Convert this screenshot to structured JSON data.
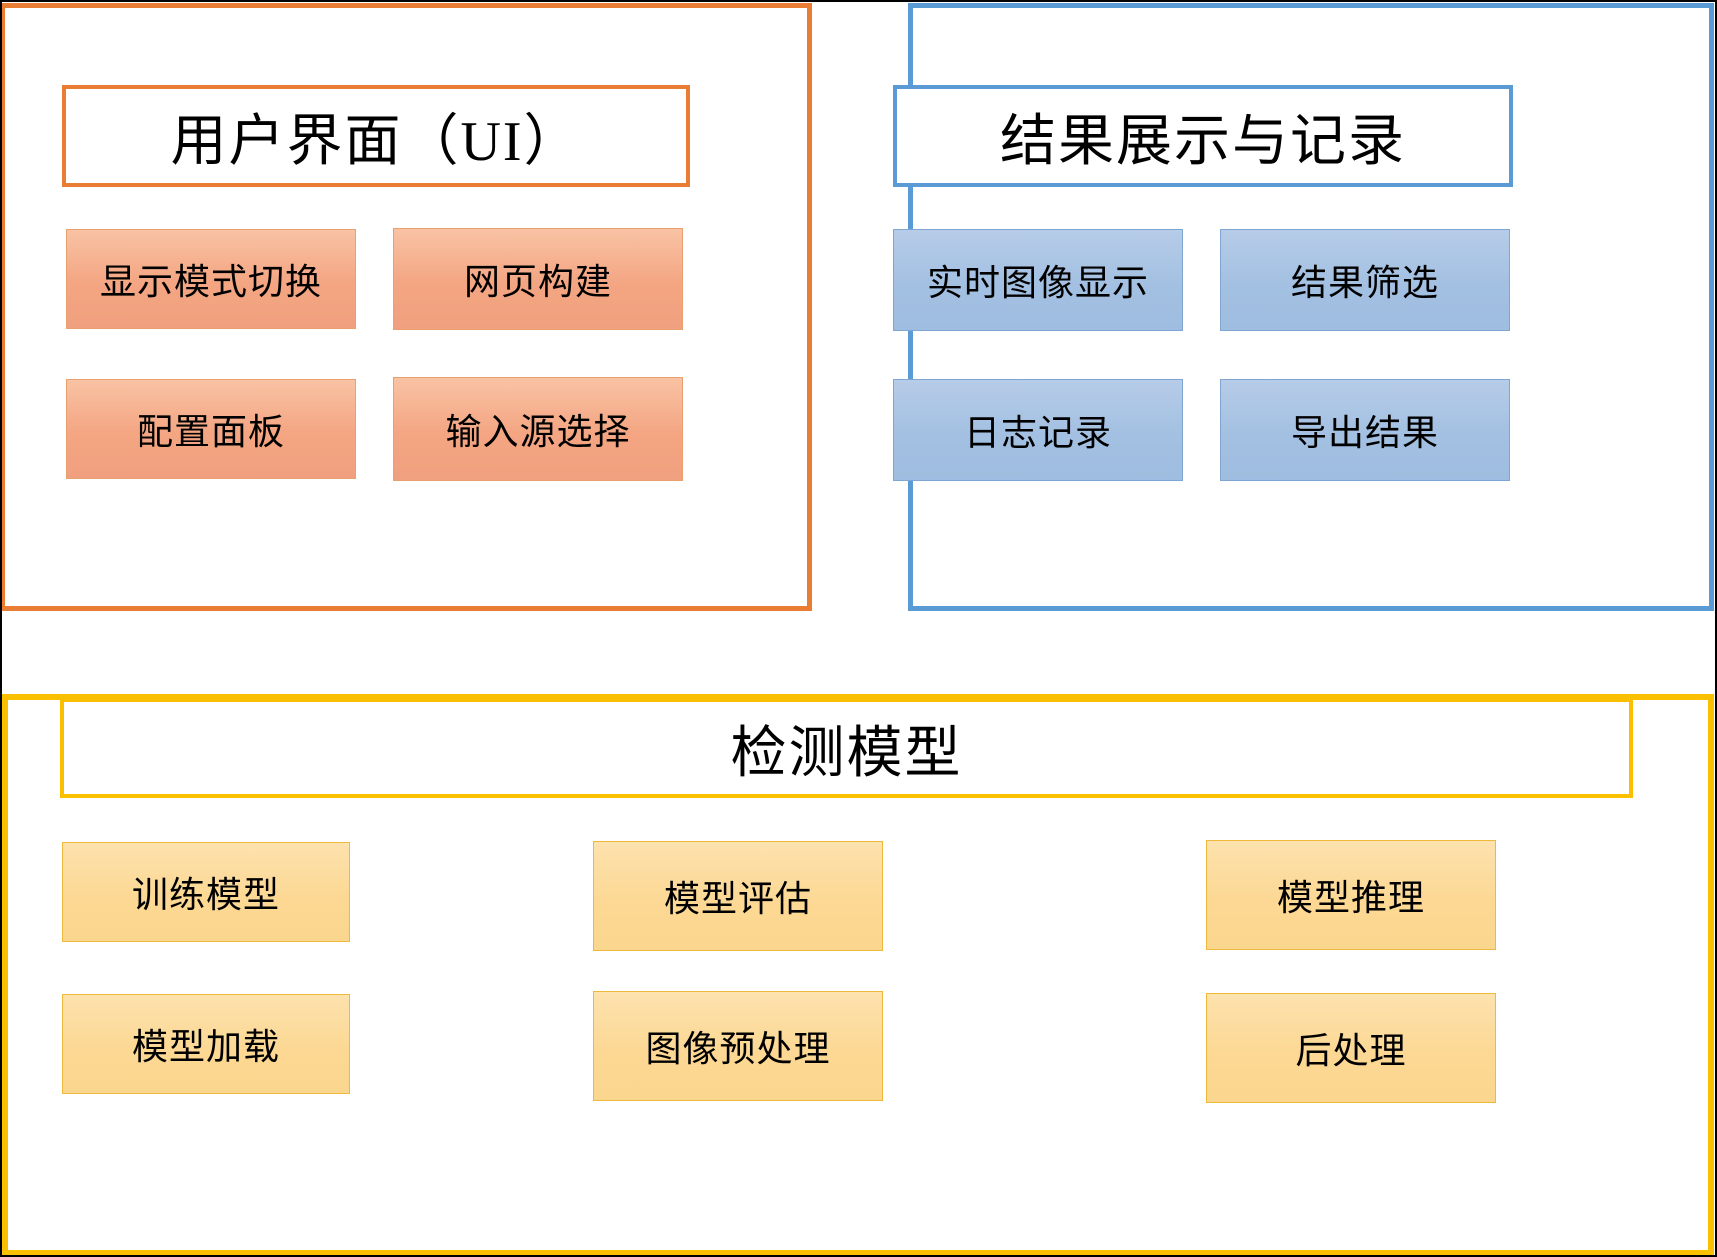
{
  "diagram": {
    "colors": {
      "ui_accent": "#E87D33",
      "result_accent": "#5B9BD5",
      "model_accent": "#FAC000",
      "ui_fill": "#F4A582",
      "result_fill": "#A3C0E2",
      "model_fill": "#FCD894",
      "frame": "#000000",
      "background": "#FFFFFF",
      "text": "#000000"
    },
    "groups": [
      {
        "id": "ui",
        "title": "用户界面（UI）",
        "items": [
          {
            "label": "显示模式切换"
          },
          {
            "label": "网页构建"
          },
          {
            "label": "配置面板"
          },
          {
            "label": "输入源选择"
          }
        ]
      },
      {
        "id": "results",
        "title": "结果展示与记录",
        "items": [
          {
            "label": "实时图像显示"
          },
          {
            "label": "结果筛选"
          },
          {
            "label": "日志记录"
          },
          {
            "label": "导出结果"
          }
        ]
      },
      {
        "id": "model",
        "title": "检测模型",
        "items": [
          {
            "label": "训练模型"
          },
          {
            "label": "模型评估"
          },
          {
            "label": "模型推理"
          },
          {
            "label": "模型加载"
          },
          {
            "label": "图像预处理"
          },
          {
            "label": "后处理"
          }
        ]
      }
    ]
  }
}
